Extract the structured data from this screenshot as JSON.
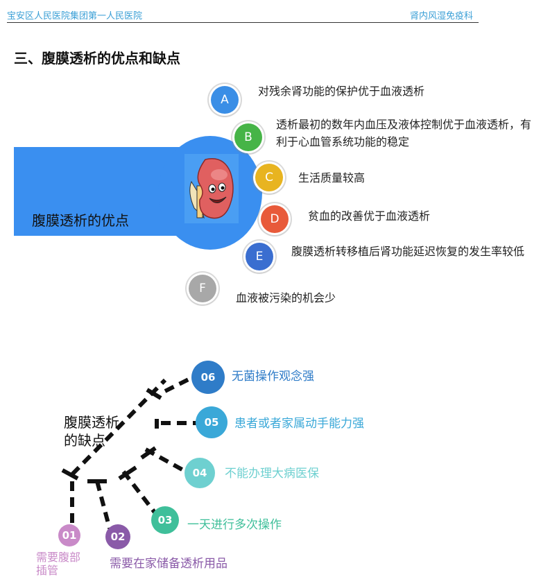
{
  "header": {
    "hospital": "宝安区人民医院集团第一人民医院",
    "department": "肾内风湿免疫科"
  },
  "section_title": "三、腹膜透析的优点和缺点",
  "advantages": {
    "title": "腹膜透析的优点",
    "items": [
      {
        "letter": "A",
        "text": "对残余肾功能的保护优于血液透析",
        "color": "#3a8ee6"
      },
      {
        "letter": "B",
        "text": "透析最初的数年内血压及液体控制优于血液透析，有利于心血管系统功能的稳定",
        "color": "#46b447"
      },
      {
        "letter": "C",
        "text": "生活质量较高",
        "color": "#e8b420"
      },
      {
        "letter": "D",
        "text": "贫血的改善优于血液透析",
        "color": "#e85a3a"
      },
      {
        "letter": "E",
        "text": "腹膜透析转移植后肾功能延迟恢复的发生率较低",
        "color": "#3a6ed0"
      },
      {
        "letter": "F",
        "text": "血液被污染的机会少",
        "color": "#a8a8a8"
      }
    ]
  },
  "disadvantages": {
    "title_line1": "腹膜透析",
    "title_line2": "的缺点",
    "items": [
      {
        "num": "01",
        "text_line1": "需要腹部",
        "text_line2": "插管",
        "color": "#c98ac8"
      },
      {
        "num": "02",
        "text": "需要在家储备透析用品",
        "color": "#8a5aa8"
      },
      {
        "num": "03",
        "text": "一天进行多次操作",
        "color": "#3fbf9a"
      },
      {
        "num": "04",
        "text": "不能办理大病医保",
        "color": "#6ed0d0"
      },
      {
        "num": "05",
        "text": "患者或者家属动手能力强",
        "color": "#3aa8d8"
      },
      {
        "num": "06",
        "text": "无菌操作观念强",
        "color": "#2f7cc8"
      }
    ]
  }
}
